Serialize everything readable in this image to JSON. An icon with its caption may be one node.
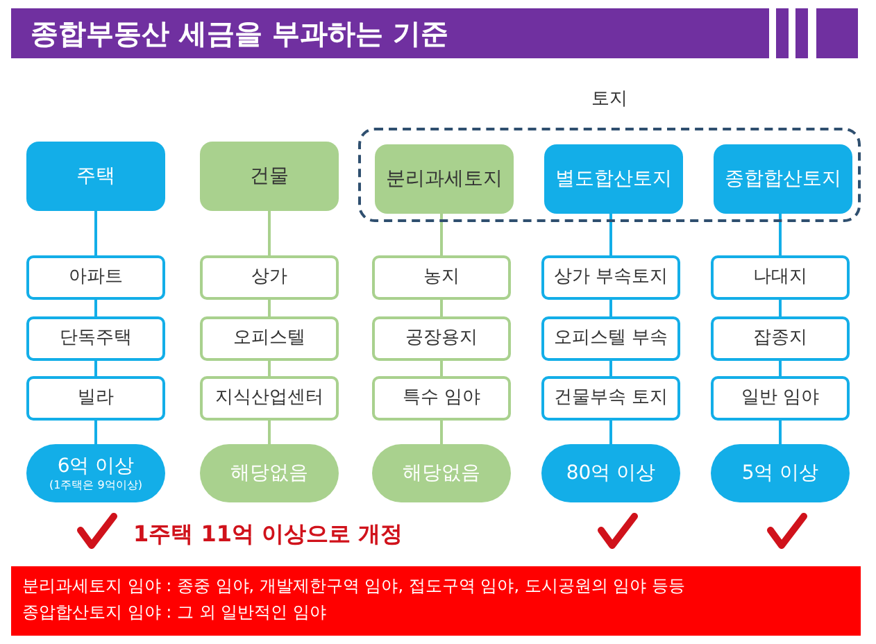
{
  "diagram": {
    "title": "종합부동산 세금을 부과하는 기준",
    "nodes": [
      {
        "text": [
          "주택"
        ]
      },
      {
        "text": [
          "건물"
        ]
      },
      {
        "text": [
          "토지"
        ]
      },
      {
        "text": [
          "분리과세토지"
        ],
        "in": 2
      },
      {
        "text": [
          "별도합산토지"
        ],
        "in": 2
      },
      {
        "text": [
          "종합합산토지"
        ],
        "in": 2
      },
      {
        "text": [
          "아파트"
        ]
      },
      {
        "text": [
          "상가"
        ]
      },
      {
        "text": [
          "농지"
        ]
      },
      {
        "text": [
          "상가 부속토지"
        ]
      },
      {
        "text": [
          "나대지"
        ]
      },
      {
        "text": [
          "단독주택"
        ]
      },
      {
        "text": [
          "오피스텔"
        ]
      },
      {
        "text": [
          "공장용지"
        ]
      },
      {
        "text": [
          "오피스텔 부속"
        ]
      },
      {
        "text": [
          "잡종지"
        ]
      },
      {
        "text": [
          "빌라"
        ]
      },
      {
        "text": [
          "지식산업센터"
        ]
      },
      {
        "text": [
          "특수 임야"
        ]
      },
      {
        "text": [
          "건물부속 토지"
        ]
      },
      {
        "text": [
          "일반 임야"
        ]
      },
      {
        "text": [
          "6억 이상",
          "(1주택은 9억이상)"
        ]
      },
      {
        "text": [
          "해당없음"
        ]
      },
      {
        "text": [
          "해당없음"
        ]
      },
      {
        "text": [
          "80억 이상"
        ]
      },
      {
        "text": [
          "5억 이상"
        ]
      }
    ],
    "edges": [
      {
        "from": 0,
        "to": 6,
        "arrow": "none"
      },
      {
        "from": 6,
        "to": 11,
        "arrow": "none"
      },
      {
        "from": 11,
        "to": 16,
        "arrow": "none"
      },
      {
        "from": 16,
        "to": 21,
        "arrow": "none"
      },
      {
        "from": 1,
        "to": 7,
        "arrow": "none",
        "color": "#a9d18e"
      },
      {
        "from": 7,
        "to": 12,
        "arrow": "none",
        "color": "#a9d18e"
      },
      {
        "from": 12,
        "to": 17,
        "arrow": "none",
        "color": "#a9d18e"
      },
      {
        "from": 17,
        "to": 22,
        "arrow": "none",
        "color": "#a9d18e"
      },
      {
        "from": 3,
        "to": 8,
        "arrow": "none",
        "color": "#a9d18e"
      },
      {
        "from": 8,
        "to": 13,
        "arrow": "none",
        "color": "#a9d18e"
      },
      {
        "from": 13,
        "to": 18,
        "arrow": "none",
        "color": "#a9d18e"
      },
      {
        "from": 18,
        "to": 23,
        "arrow": "none",
        "color": "#a9d18e"
      },
      {
        "from": 4,
        "to": 9,
        "arrow": "none"
      },
      {
        "from": 9,
        "to": 14,
        "arrow": "none"
      },
      {
        "from": 14,
        "to": 19,
        "arrow": "none"
      },
      {
        "from": 19,
        "to": 24,
        "arrow": "none"
      },
      {
        "from": 5,
        "to": 10,
        "arrow": "none"
      },
      {
        "from": 10,
        "to": 15,
        "arrow": "none"
      },
      {
        "from": 15,
        "to": 20,
        "arrow": "none"
      },
      {
        "from": 20,
        "to": 25,
        "arrow": "none"
      }
    ],
    "labels": [
      "1주택 11억 이상으로 개정",
      "분리과세토지 임야 : 종중 임야, 개발제한구역 임야, 접도구역 임야, 도시공원의 임야 등등",
      "종압합산토지 임야 : 그 외 일반적인 임야"
    ]
  }
}
